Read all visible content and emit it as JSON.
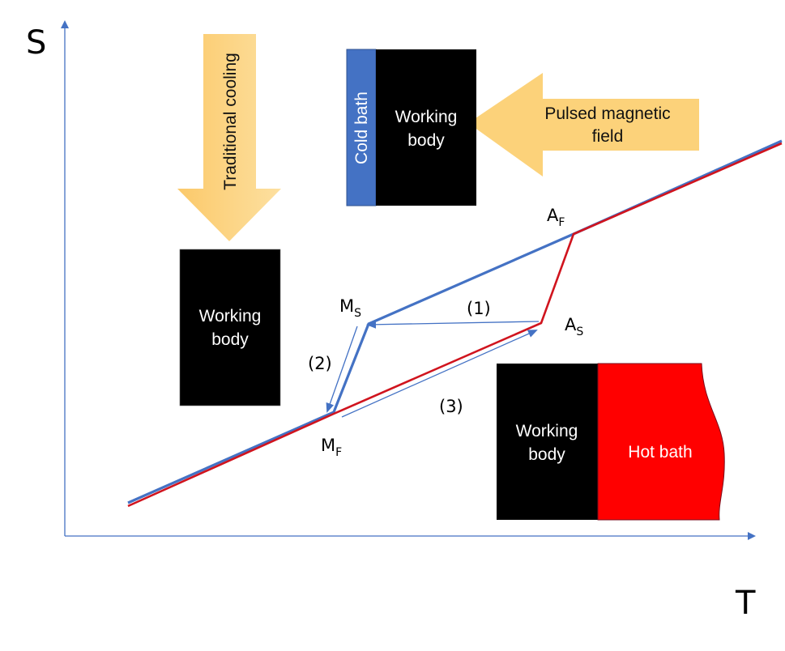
{
  "axes": {
    "y_label": "S",
    "x_label": "T",
    "color": "#4472c4"
  },
  "colors": {
    "heating_curve": "#d0141e",
    "cooling_curve": "#4472c4",
    "step_arrow": "#4472c4",
    "block_arrow": "#fcd27a",
    "working_body": "#000000",
    "cold_bath": "#4472c4",
    "hot_bath": "#ff0000"
  },
  "points": {
    "ms": {
      "main": "M",
      "sub": "S"
    },
    "mf": {
      "main": "M",
      "sub": "F"
    },
    "as": {
      "main": "A",
      "sub": "S"
    },
    "af": {
      "main": "A",
      "sub": "F"
    }
  },
  "steps": {
    "step1": "(1)",
    "step2": "(2)",
    "step3": "(3)"
  },
  "arrows": {
    "traditional_cooling": "Traditional cooling",
    "pulsed_field_line1": "Pulsed magnetic",
    "pulsed_field_line2": "field"
  },
  "boxes": {
    "left_working_line1": "Working",
    "left_working_line2": "body",
    "top_cold_bath": "Cold bath",
    "top_working_line1": "Working",
    "top_working_line2": "body",
    "bottom_working_line1": "Working",
    "bottom_working_line2": "body",
    "hot_bath": "Hot bath"
  }
}
